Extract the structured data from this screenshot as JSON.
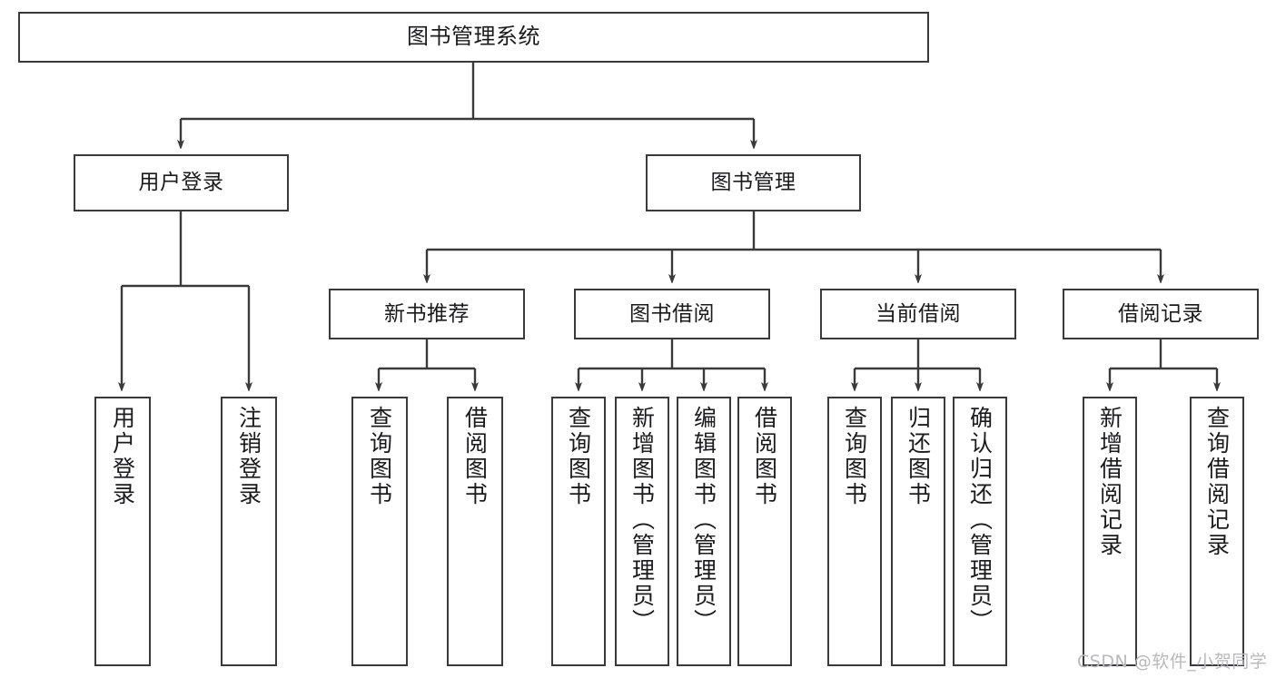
{
  "diagram": {
    "type": "tree",
    "title": "图书管理系统",
    "orientation": "top-down",
    "colors": {
      "box_border": "#3a3a3c",
      "box_fill": "#ffffff",
      "edge": "#3a3a3c",
      "text": "#1b1b1d",
      "watermark": "#b9b9bb"
    },
    "nodes": {
      "root": "图书管理系统",
      "level1": {
        "user_login": "用户登录",
        "book_manage": "图书管理"
      },
      "level2": {
        "new_book_recommend": "新书推荐",
        "book_borrow": "图书借阅",
        "current_borrow": "当前借阅",
        "borrow_record": "借阅记录"
      },
      "leaves": {
        "user_login_1": "用户登录",
        "user_login_2": "注销登录",
        "new_book_1": "查询图书",
        "new_book_2": "借阅图书",
        "book_borrow_1": "查询图书",
        "book_borrow_2": "新增图书（管理员）",
        "book_borrow_3": "编辑图书（管理员）",
        "book_borrow_4": "借阅图书",
        "current_borrow_1": "查询图书",
        "current_borrow_2": "归还图书",
        "current_borrow_3": "确认归还（管理员）",
        "borrow_record_1": "新增借阅记录",
        "borrow_record_2": "查询借阅记录"
      }
    }
  },
  "watermark": {
    "text": "CSDN @软件_小贺同学"
  }
}
